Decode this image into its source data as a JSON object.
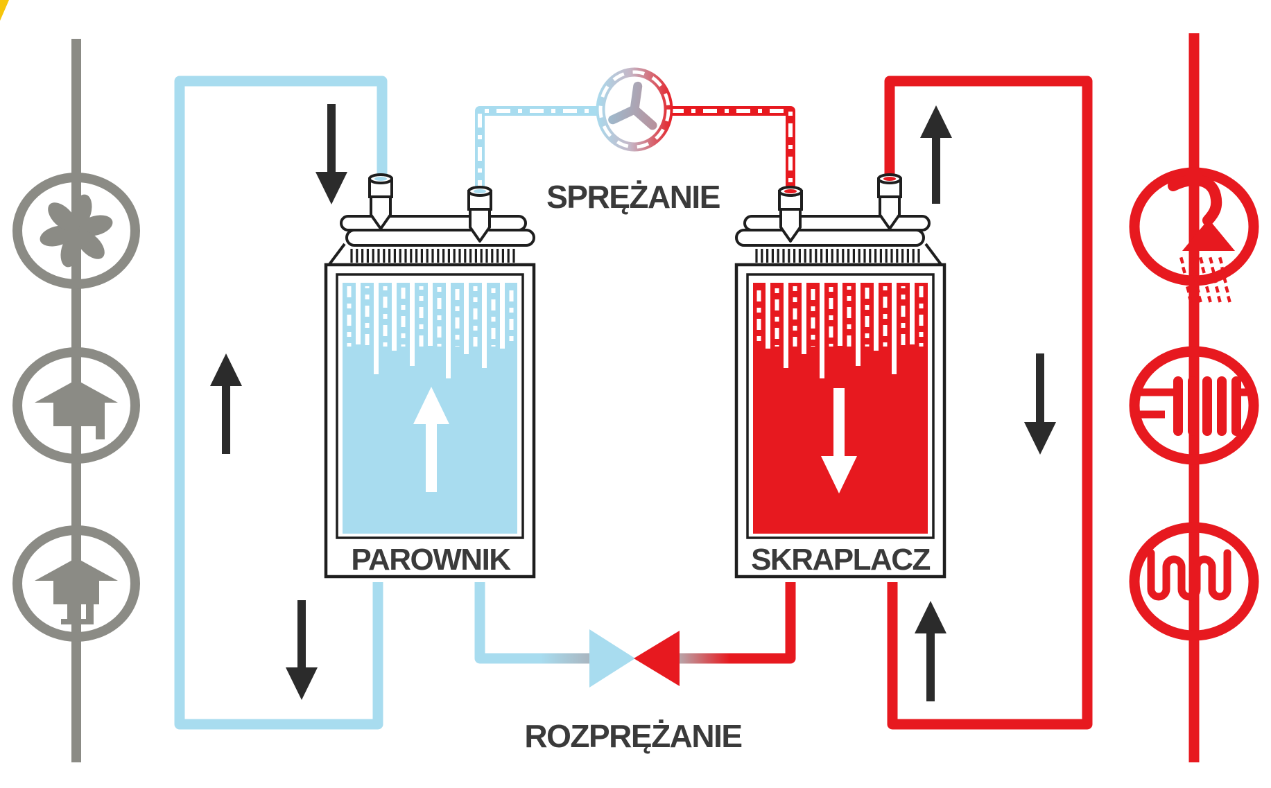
{
  "labels": {
    "compression": "SPRĘŻANIE",
    "expansion": "ROZPRĘŻANIE",
    "evaporator": "PAROWNIK",
    "condenser": "SKRAPLACZ"
  },
  "colors": {
    "cold_blue": "#A8DCEF",
    "hot_red": "#E7191F",
    "source_gray": "#8B8B85",
    "outline_black": "#1E1E1E",
    "text_dark": "#3A3A3A",
    "arrow_black": "#2B2B2B",
    "accent_yellow": "#F6C50B"
  },
  "source_side_icons": [
    {
      "name": "fan-icon"
    },
    {
      "name": "house-icon"
    },
    {
      "name": "house-on-stilts-icon"
    }
  ],
  "emitter_side_icons": [
    {
      "name": "shower-icon"
    },
    {
      "name": "radiator-icon"
    },
    {
      "name": "underfloor-heating-icon"
    }
  ]
}
